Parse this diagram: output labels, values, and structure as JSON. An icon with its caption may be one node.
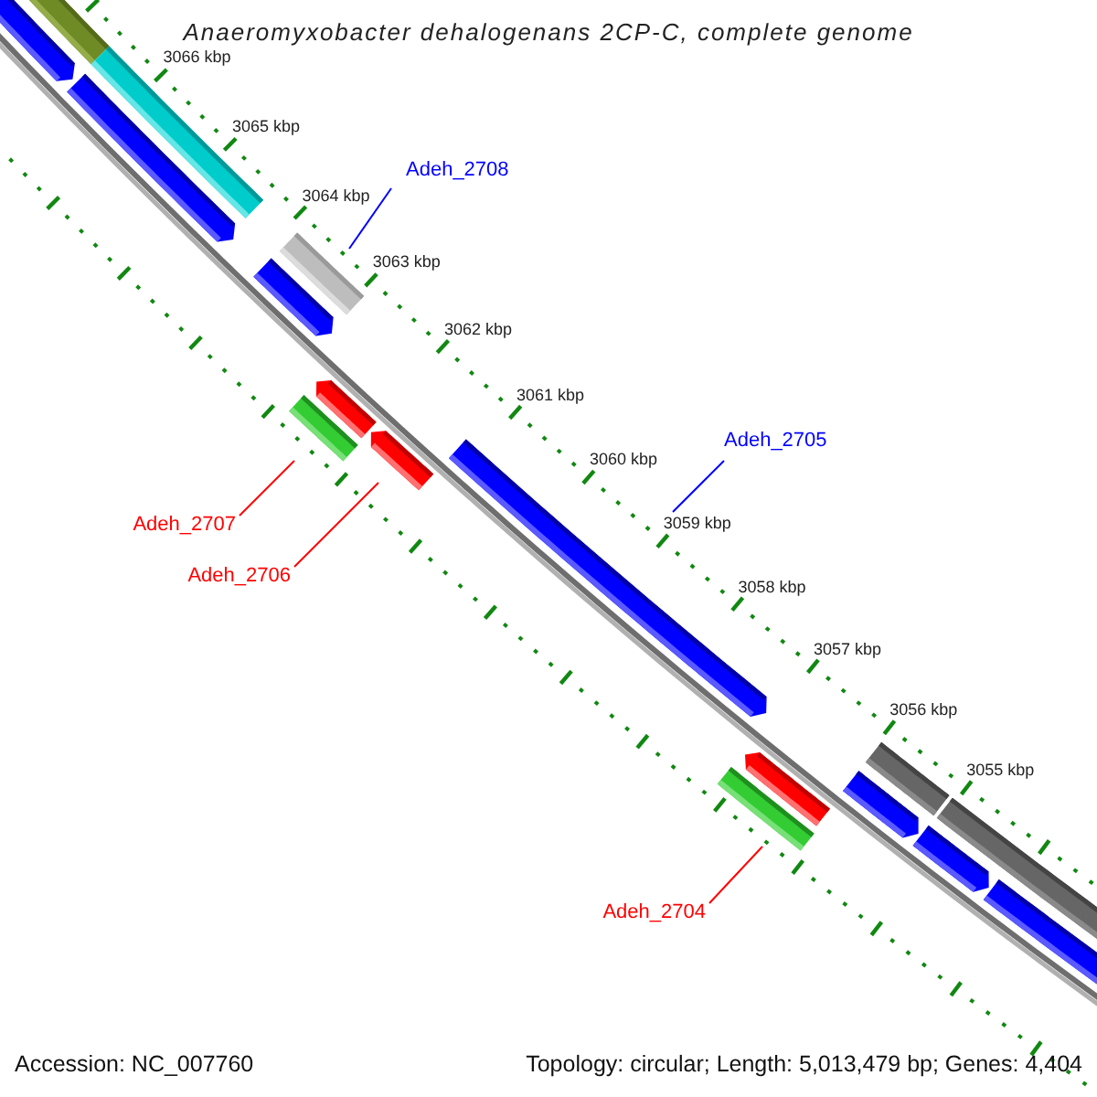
{
  "diagram": {
    "title": "Anaeromyxobacter dehalogenans 2CP-C, complete genome",
    "nodes": [
      {
        "text": [
          "Adeh_2708"
        ]
      },
      {
        "text": [],
        "shape": "bar"
      },
      {
        "text": [
          "Adeh_2705"
        ]
      },
      {
        "text": [],
        "shape": "bar"
      },
      {
        "text": [
          "Adeh_2707"
        ]
      },
      {
        "text": [],
        "shape": "bar"
      },
      {
        "text": [
          "Adeh_2706"
        ]
      },
      {
        "text": [],
        "shape": "bar"
      },
      {
        "text": [
          "Adeh_2704"
        ]
      },
      {
        "text": [],
        "shape": "bar"
      }
    ],
    "edges": [
      {
        "from": 0,
        "to": 1,
        "arrow": "none",
        "color": "#0000ff"
      },
      {
        "from": 2,
        "to": 3,
        "arrow": "none",
        "color": "#0000ff"
      },
      {
        "from": 4,
        "to": 5,
        "arrow": "none"
      },
      {
        "from": 6,
        "to": 7,
        "arrow": "none"
      },
      {
        "from": 8,
        "to": 9,
        "arrow": "none"
      }
    ],
    "labels": [
      "3066 kbp",
      "3065 kbp",
      "3064 kbp",
      "3063 kbp",
      "3062 kbp",
      "3061 kbp",
      "3060 kbp",
      "3059 kbp",
      "3058 kbp",
      "3057 kbp",
      "3056 kbp",
      "3055 kbp",
      "Accession: NC_007760",
      "Topology: circular; Length: 5,013,479 bp; Genes: 4,404"
    ]
  }
}
